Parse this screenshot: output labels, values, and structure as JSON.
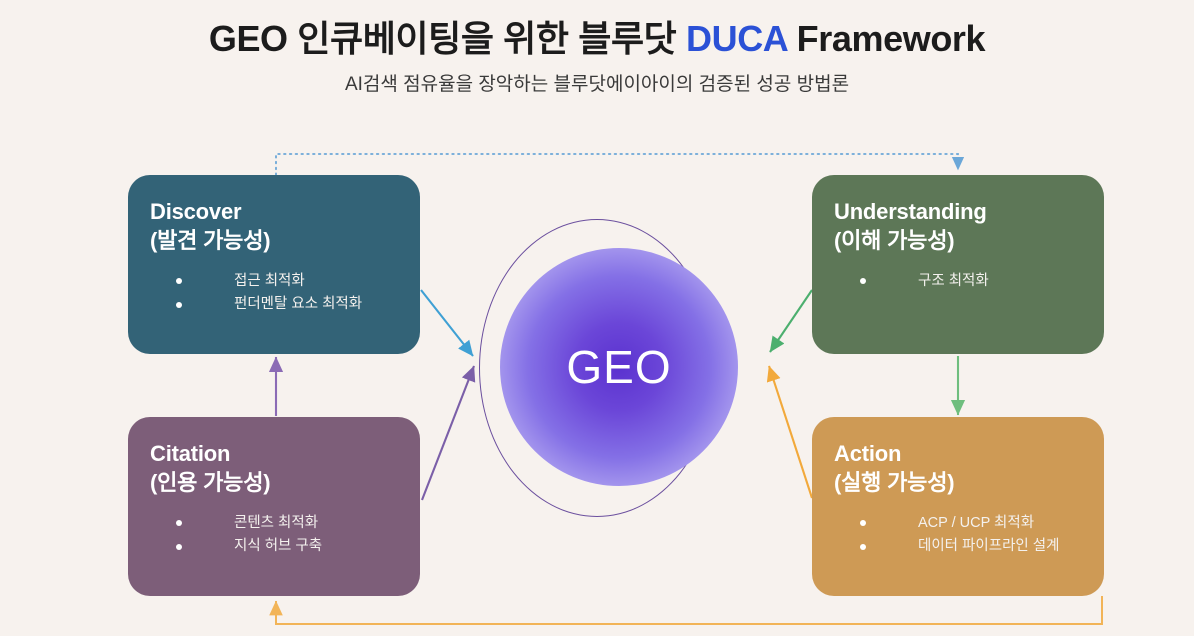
{
  "header": {
    "title_part1": "GEO 인큐베이팅을 위한 블루닷 ",
    "title_accent": "DUCA",
    "title_part2": " Framework",
    "subtitle": "AI검색 점유율을 장악하는 블루닷에이아이의 검증된 성공 방법론",
    "accent_color": "#2B51D6"
  },
  "center": {
    "label": "GEO",
    "core_color": "#6B46D8",
    "ring_color": "#6B4F9E"
  },
  "cards": [
    {
      "id": "discover",
      "title": "Discover\n(발견 가능성)",
      "color": "#336377",
      "items": [
        "접근 최적화",
        "펀더멘탈 요소 최적화"
      ]
    },
    {
      "id": "understanding",
      "title": "Understanding\n(이해 가능성)",
      "color": "#5D7757",
      "items": [
        "구조 최적화"
      ]
    },
    {
      "id": "citation",
      "title": "Citation\n(인용 가능성)",
      "color": "#7D5E79",
      "items": [
        "콘텐츠 최적화",
        "지식 허브 구축"
      ]
    },
    {
      "id": "action",
      "title": "Action\n(실행 가능성)",
      "color": "#CE9A55",
      "items": [
        "ACP / UCP 최적화",
        "데이터 파이프라인 설계"
      ]
    }
  ],
  "connectors": [
    {
      "name": "discover-to-center",
      "color": "#3FA0D4",
      "style": "solid"
    },
    {
      "name": "understanding-to-center",
      "color": "#4CAF6E",
      "style": "solid"
    },
    {
      "name": "citation-to-center",
      "color": "#7B5FA8",
      "style": "solid"
    },
    {
      "name": "action-to-center",
      "color": "#F2A93B",
      "style": "solid"
    },
    {
      "name": "citation-to-discover",
      "color": "#8B6BB5",
      "style": "solid"
    },
    {
      "name": "understanding-to-action",
      "color": "#6FBE7E",
      "style": "solid"
    },
    {
      "name": "discover-to-understanding",
      "color": "#6BA7D8",
      "style": "dotted"
    },
    {
      "name": "action-to-citation",
      "color": "#F2B457",
      "style": "solid"
    }
  ],
  "background_color": "#F7F2EE"
}
